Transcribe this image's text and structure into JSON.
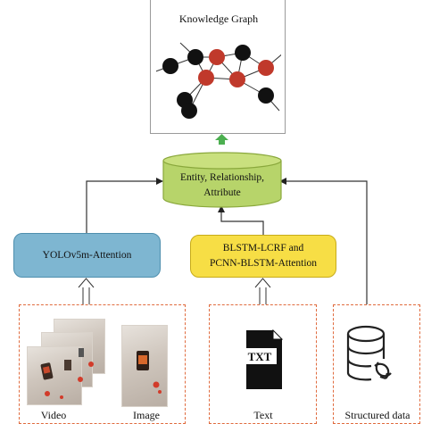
{
  "knowledge_graph": {
    "title": "Knowledge Graph"
  },
  "database": {
    "lines": [
      "Entity, Relationship,",
      "Attribute"
    ]
  },
  "models": {
    "vision": "YOLOv5m-Attention",
    "text_lines": [
      "BLSTM-LCRF and",
      "PCNN-BLSTM-Attention"
    ]
  },
  "sources": {
    "video": "Video",
    "image": "Image",
    "text": "Text",
    "structured": "Structured data"
  },
  "icons": {
    "text_file": "TXT"
  },
  "colors": {
    "vision_model": "#7eb6d1",
    "text_model": "#f7de45",
    "database": "#b7d46a",
    "node_black": "#111111",
    "node_red": "#c0392b",
    "dashed_border": "#e06b3e",
    "arrow_green": "#4caf50"
  }
}
